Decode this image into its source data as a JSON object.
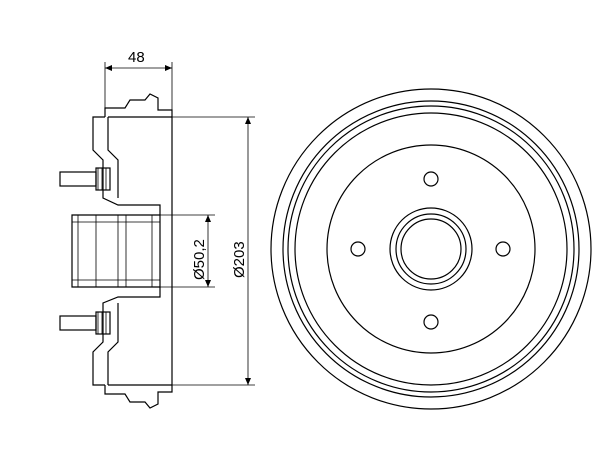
{
  "dimensions": {
    "width_label": "48",
    "bore_label": "Ø50,2",
    "diameter_label": "Ø203"
  },
  "bolt_holes": 4
}
